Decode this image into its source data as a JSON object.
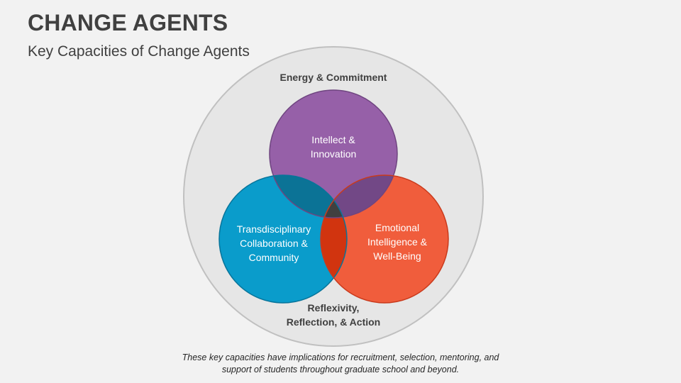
{
  "header": {
    "title": "CHANGE AGENTS",
    "subtitle": "Key Capacities of Change Agents"
  },
  "diagram": {
    "outer": {
      "label": "Energy & Commitment",
      "fill": "#e6e6e6",
      "stroke": "#c0c0c0"
    },
    "circles": [
      {
        "id": "top",
        "label_line1": "Intellect &",
        "label_line2": "Innovation",
        "fill": "#9660a8",
        "stroke": "#6f4580"
      },
      {
        "id": "left",
        "label_line1": "Transdisciplinary",
        "label_line2": "Collaboration &",
        "label_line3": "Community",
        "fill": "#0a9ccb",
        "stroke": "#07749a"
      },
      {
        "id": "right",
        "label_line1": "Emotional",
        "label_line2": "Intelligence &",
        "label_line3": "Well-Being",
        "fill": "#f05d3c",
        "stroke": "#c93a1c"
      }
    ],
    "overlaps": {
      "top_left": "#0b7396",
      "top_right": "#724886",
      "left_right": "#d1340f",
      "center": "#404040"
    },
    "bottom_label_line1": "Reflexivity,",
    "bottom_label_line2": "Reflection, & Action"
  },
  "caption": {
    "line1": "These key capacities have implications for recruitment, selection, mentoring, and",
    "line2": "support of students throughout graduate school and beyond."
  }
}
